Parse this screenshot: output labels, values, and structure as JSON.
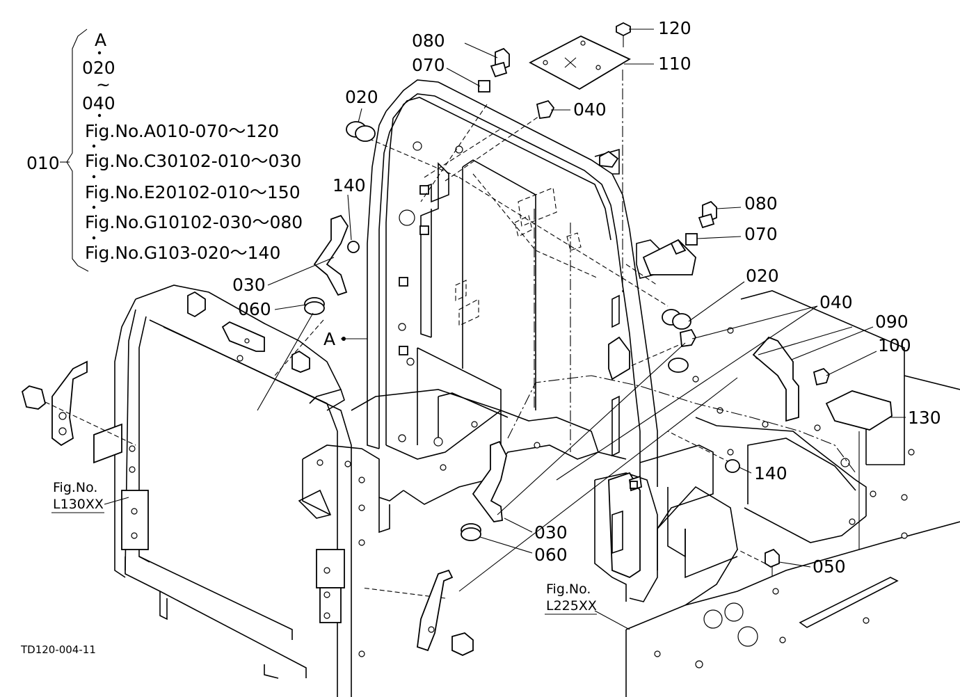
{
  "drawing_id": "TD120-004-11",
  "legend": {
    "item": "010",
    "lines": [
      "A",
      "020",
      "~",
      "040",
      "Fig.No.A010-070～120",
      "Fig.No.C30102-010～030",
      "Fig.No.E20102-010～150",
      "Fig.No.G10102-030～080",
      "Fig.No.G103-020～140"
    ]
  },
  "callouts": {
    "p120": "120",
    "p110": "110",
    "p080a": "080",
    "p070a": "070",
    "p040a": "040",
    "p020a": "020",
    "p140a": "140",
    "p030a": "030",
    "p060a": "060",
    "pA": "A",
    "p080b": "080",
    "p070b": "070",
    "p020b": "020",
    "p040b": "040",
    "p090": "090",
    "p100": "100",
    "p130": "130",
    "p140b": "140",
    "p030b": "030",
    "p060b": "060",
    "p050": "050"
  },
  "refs": {
    "l130_1": "Fig.No.",
    "l130_2": "L130XX",
    "l225_1": "Fig.No.",
    "l225_2": "L225XX"
  }
}
